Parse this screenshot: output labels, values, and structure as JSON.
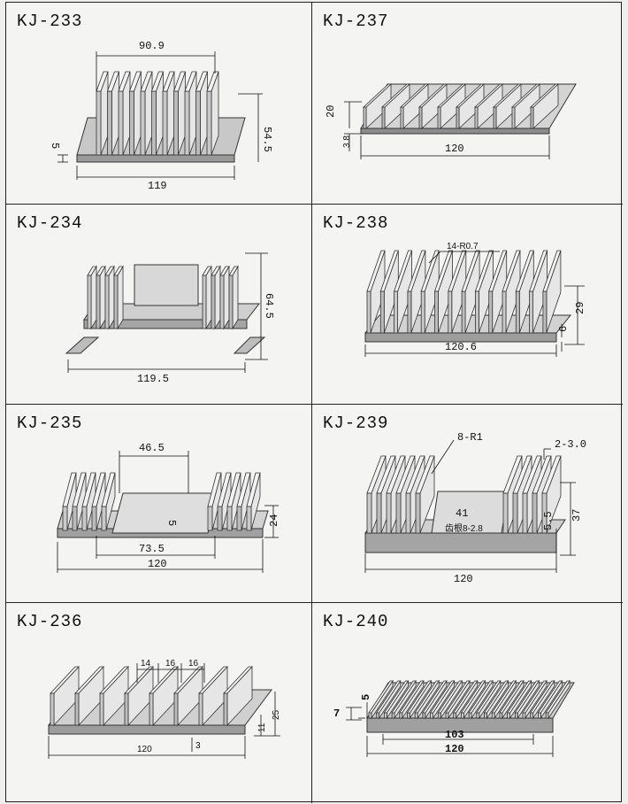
{
  "profiles": [
    {
      "code": "KJ-233",
      "dims": {
        "width": "90.9",
        "total": "119",
        "height": "54.5",
        "base": "5"
      }
    },
    {
      "code": "KJ-237",
      "dims": {
        "fin": "20",
        "base": "3.8",
        "total": "120"
      }
    },
    {
      "code": "KJ-234",
      "dims": {
        "height": "64.5",
        "total": "119.5"
      }
    },
    {
      "code": "KJ-238",
      "dims": {
        "fins": "14-R0.7",
        "height": "29",
        "base": "6",
        "total": "120.6"
      }
    },
    {
      "code": "KJ-235",
      "dims": {
        "gap": "46.5",
        "inner": "5",
        "height": "24",
        "span": "73.5",
        "total": "120"
      }
    },
    {
      "code": "KJ-239",
      "dims": {
        "fins": "8-R1",
        "fin_thick": "2-3.0",
        "gap": "41",
        "teeth": "齿根8-2.8",
        "base": "5.5",
        "height": "37",
        "total": "120"
      }
    },
    {
      "code": "KJ-236",
      "dims": {
        "p1": "14",
        "p2": "16",
        "p3": "16",
        "total": "120",
        "base": "3",
        "low": "11",
        "height": "25"
      }
    },
    {
      "code": "KJ-240",
      "dims": {
        "base": "5",
        "height": "7",
        "inner": "103",
        "total": "120"
      }
    }
  ]
}
